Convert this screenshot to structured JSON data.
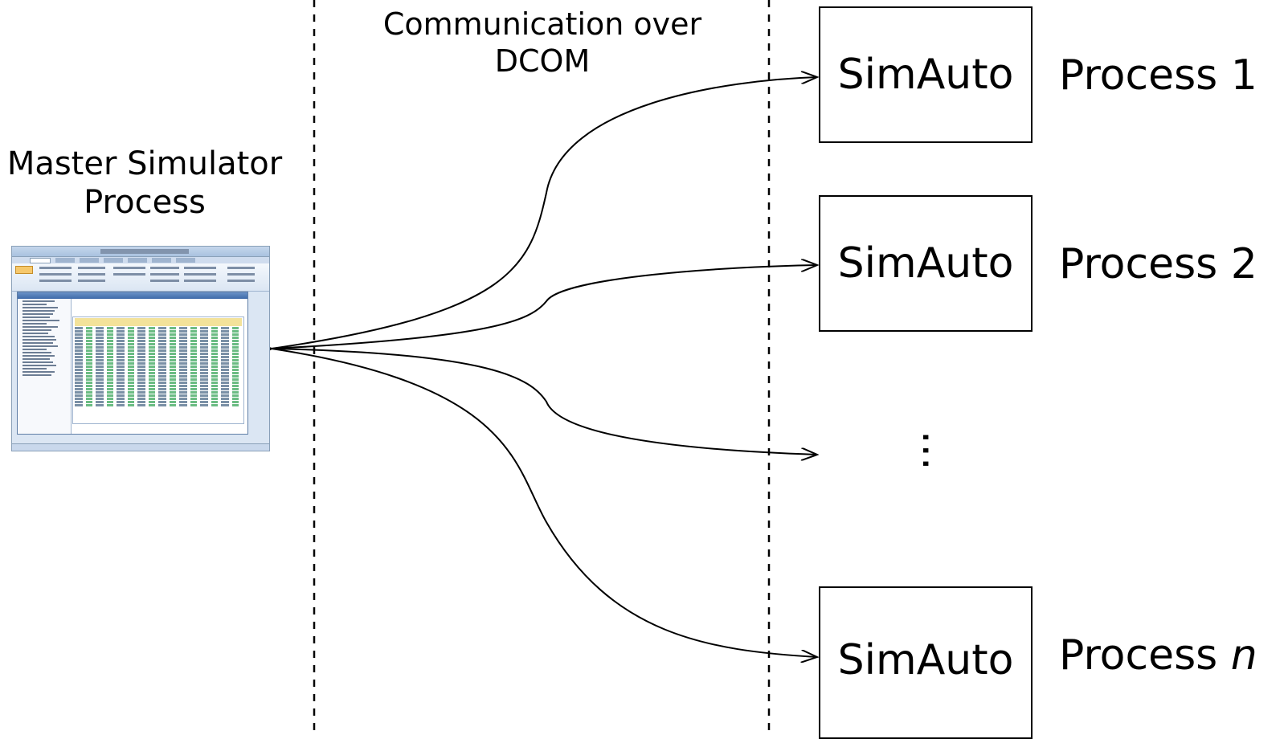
{
  "master": {
    "label_line1": "Master Simulator",
    "label_line2": "Process"
  },
  "communication": {
    "label_line1": "Communication over",
    "label_line2": "DCOM"
  },
  "processes": [
    {
      "box_label": "SimAuto",
      "name": "Process 1",
      "name_prefix": "Process ",
      "name_suffix": "1",
      "suffix_italic": false
    },
    {
      "box_label": "SimAuto",
      "name": "Process 2",
      "name_prefix": "Process ",
      "name_suffix": "2",
      "suffix_italic": false
    },
    {
      "box_label": "SimAuto",
      "name": "Process n",
      "name_prefix": "Process ",
      "name_suffix": "n",
      "suffix_italic": true
    }
  ],
  "ellipsis": "...",
  "colors": {
    "line": "#000000",
    "background": "#ffffff"
  }
}
